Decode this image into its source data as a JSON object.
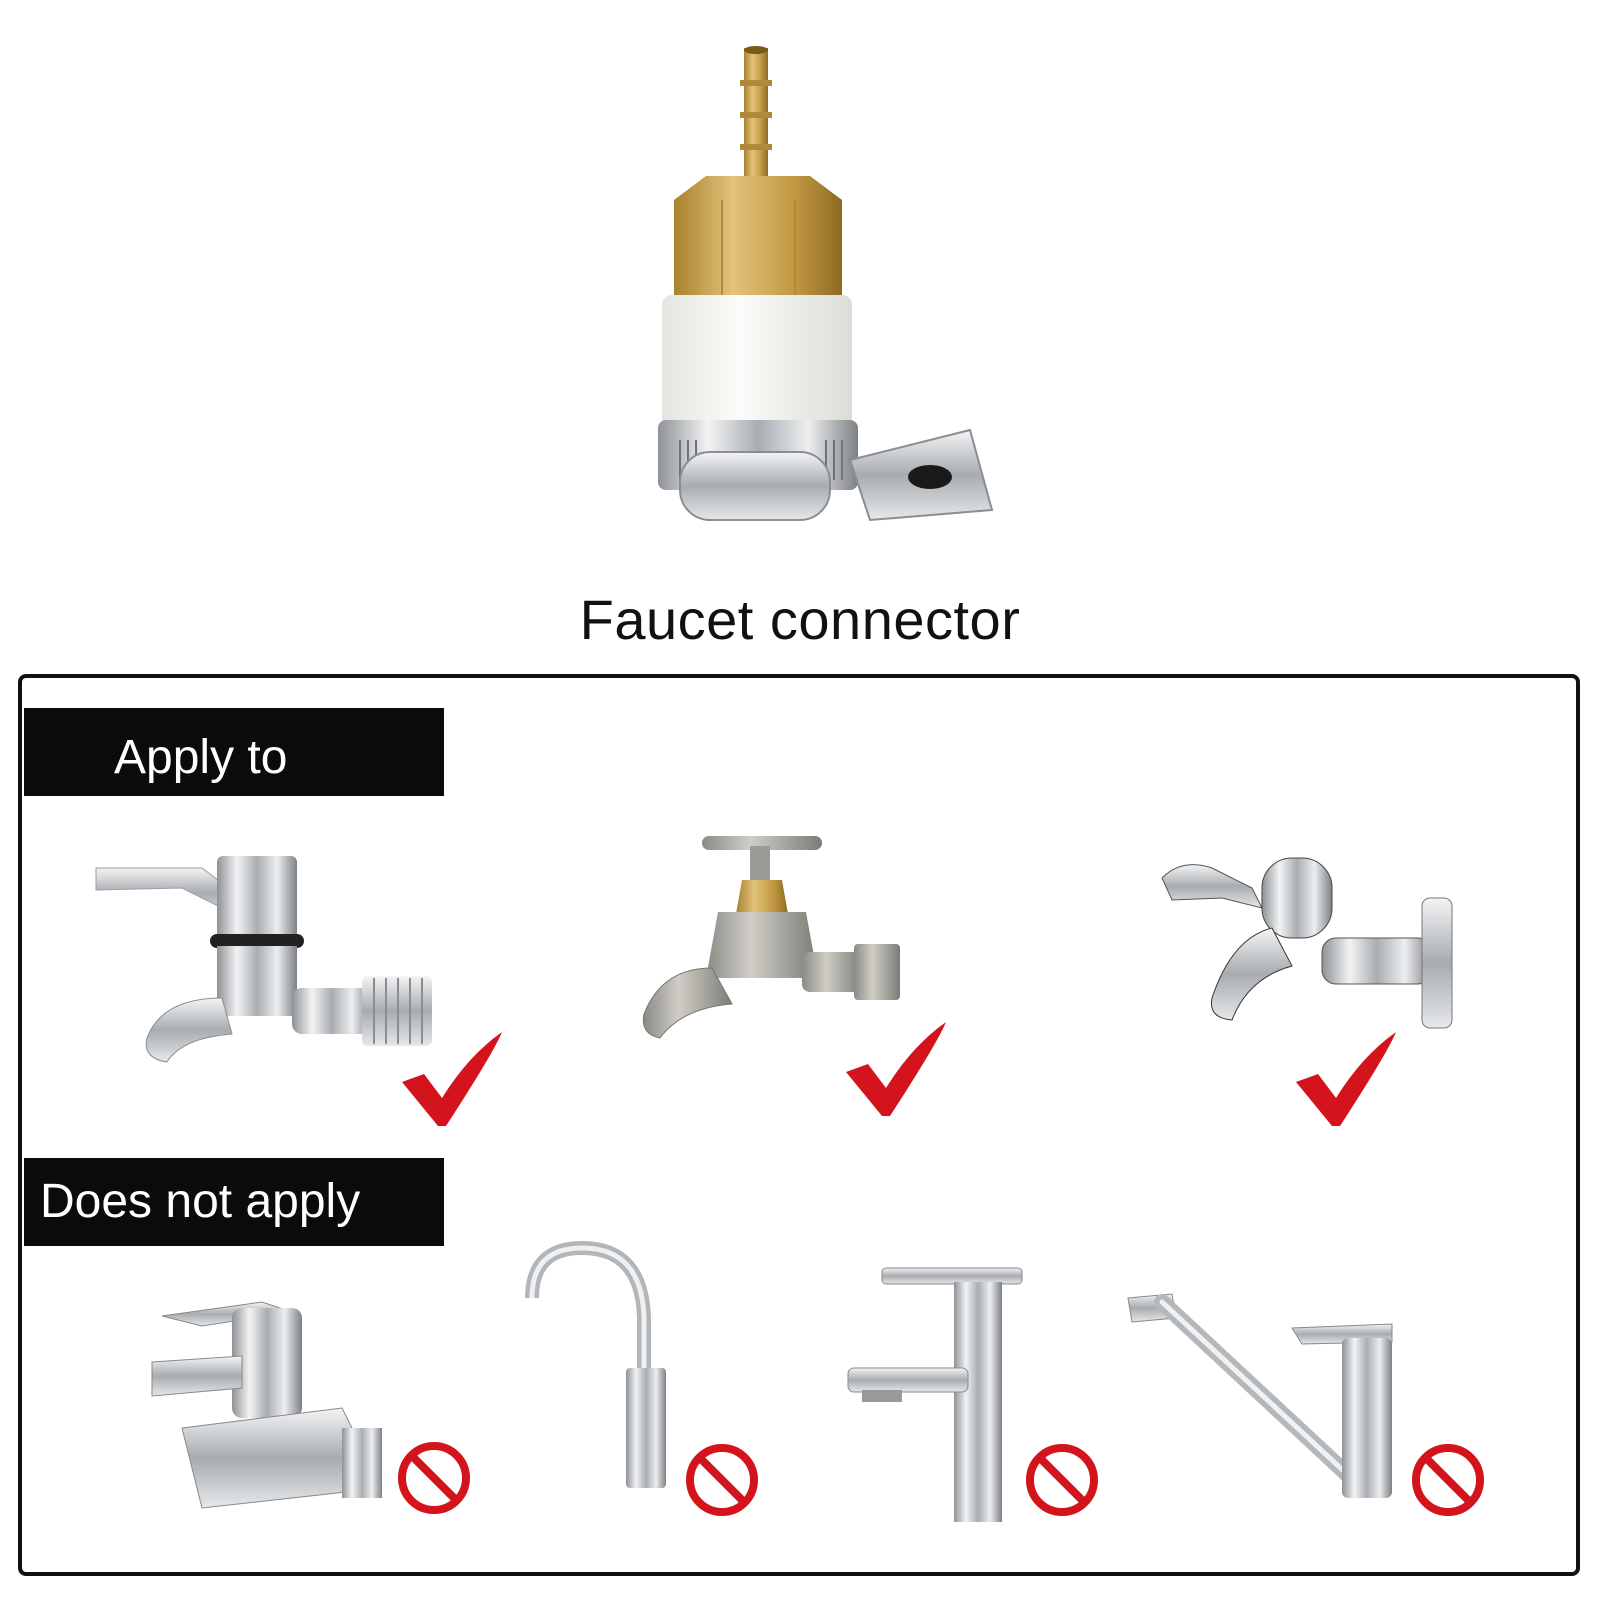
{
  "product": {
    "title": "Faucet connector",
    "icon": "hose-connector-icon",
    "colors": {
      "brass": "#c9a24a",
      "plastic": "#f4f4f0",
      "steel": "#b9bcbf"
    }
  },
  "compatibility": {
    "apply_label": "Apply to",
    "not_apply_label": "Does not apply",
    "apply_faucets": [
      {
        "icon": "lever-tap-icon",
        "status": "check-mark-icon"
      },
      {
        "icon": "cross-handle-tap-icon",
        "status": "check-mark-icon"
      },
      {
        "icon": "wall-lever-tap-icon",
        "status": "check-mark-icon"
      }
    ],
    "not_apply_faucets": [
      {
        "icon": "basin-mixer-icon",
        "status": "prohibited-icon"
      },
      {
        "icon": "gooseneck-faucet-icon",
        "status": "prohibited-icon"
      },
      {
        "icon": "tall-mixer-faucet-icon",
        "status": "prohibited-icon"
      },
      {
        "icon": "kitchen-swivel-faucet-icon",
        "status": "prohibited-icon"
      }
    ],
    "colors": {
      "check": "#d4141c",
      "prohibited": "#d4141c",
      "tag_bg": "#0b0b0b",
      "tag_text": "#ffffff"
    }
  }
}
